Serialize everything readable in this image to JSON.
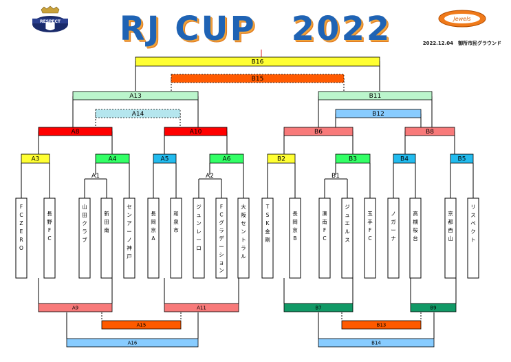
{
  "header": {
    "title": "RJ CUP　2022",
    "date_venue": "2022.12.04　御所市民グラウンド",
    "left_logo_text": "RESPECT",
    "right_logo_text": "Jewels"
  },
  "colors": {
    "yellow": "#ffff33",
    "green": "#33ff66",
    "blue": "#22bbee",
    "red": "#ff0000",
    "salmon": "#f87a7a",
    "orange": "#ff5a00",
    "mint": "#bbf5cc",
    "lightblue": "#99ddee",
    "skyblue": "#88ccff",
    "teal": "#119966",
    "lightcyan": "#b5e6ee"
  },
  "teams": [
    "FC ZERO",
    "長野FC",
    "山田クラブ",
    "新田南",
    "センアーノ神戸",
    "長岡京A",
    "和泉市",
    "ジュンレーロ",
    "FCグラデーション",
    "大阪セントラル",
    "TSK金剛",
    "長岡京B",
    "湊南FC",
    "ジュエルス",
    "玉手FC",
    "ノガーナ",
    "高槻桜台",
    "京都西山",
    "リスペクト"
  ],
  "matches": {
    "A1": "A1",
    "A2": "A2",
    "A3": "A3",
    "A4": "A4",
    "A5": "A5",
    "A6": "A6",
    "A8": "A8",
    "A10": "A10",
    "A13": "A13",
    "A14": "A14",
    "B1": "B1",
    "B2": "B2",
    "B3": "B3",
    "B4": "B4",
    "B5": "B5",
    "B6": "B6",
    "B8": "B8",
    "B11": "B11",
    "B12": "B12",
    "B15": "B15",
    "B16": "B16",
    "A9": "A9",
    "A11": "A11",
    "A15": "A15",
    "A16": "A16",
    "B7": "B7",
    "B9": "B9",
    "B13": "B13",
    "B14": "B14"
  }
}
